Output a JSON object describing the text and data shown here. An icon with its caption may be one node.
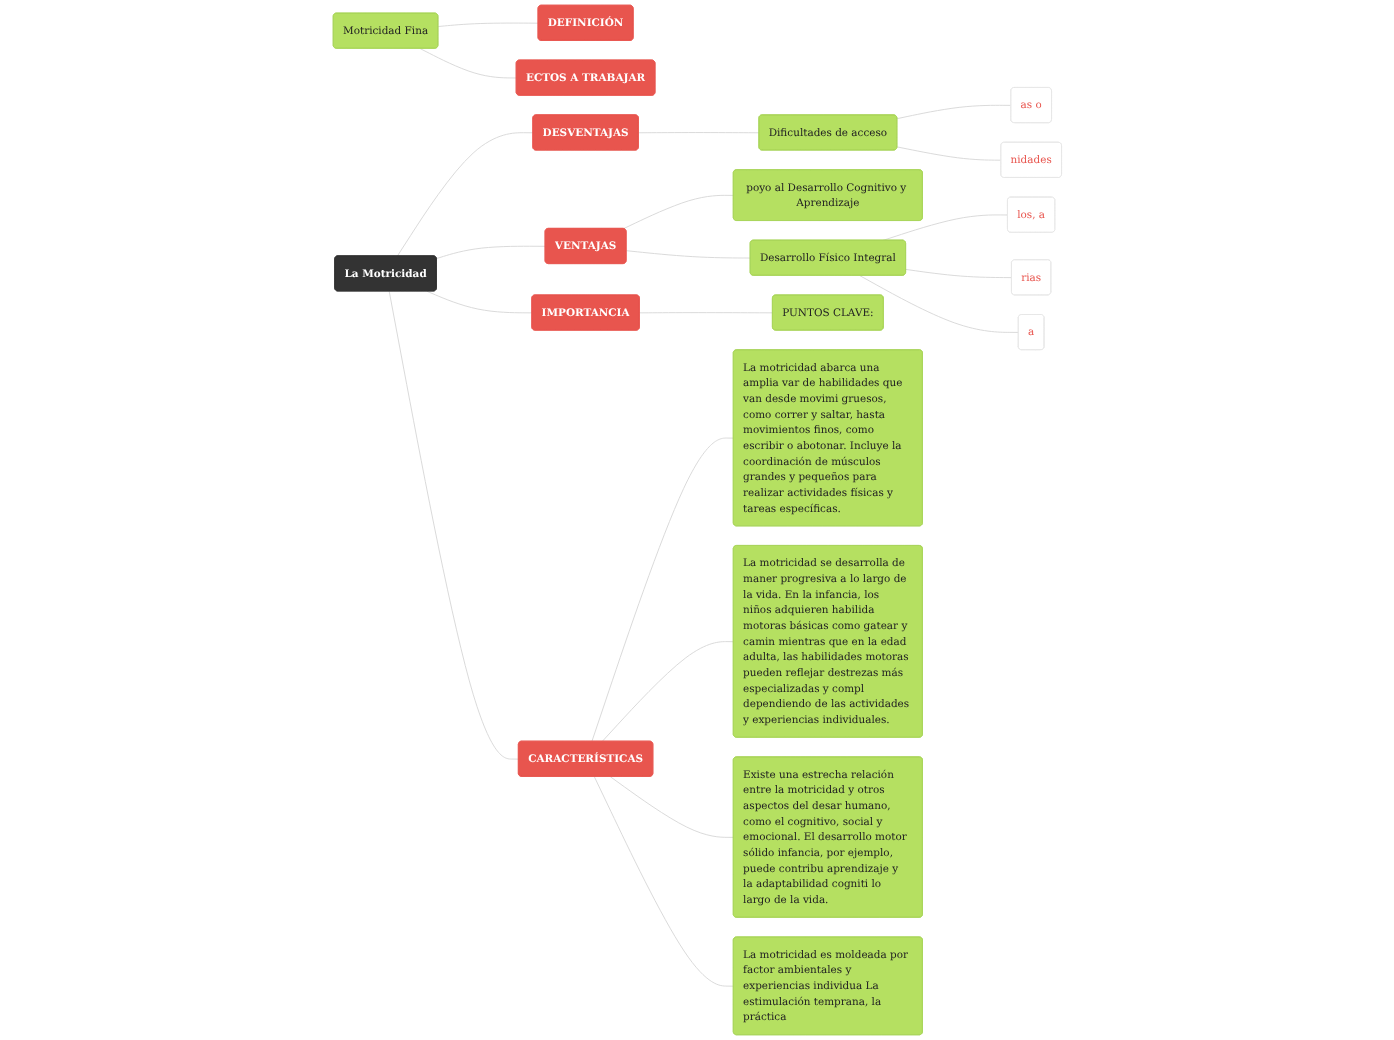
{
  "diagram": {
    "nodes": [
      {
        "text": [
          "La Motricidad"
        ]
      },
      {
        "text": [
          "DESVENTAJAS"
        ]
      },
      {
        "text": [
          "Dificultades de acceso"
        ]
      },
      {
        "text": [
          "as o"
        ]
      },
      {
        "text": [
          "nidades"
        ]
      },
      {
        "text": [
          "VENTAJAS"
        ]
      },
      {
        "text": [
          "Desarrollo Físico Integral"
        ]
      },
      {
        "text": [
          "los, a"
        ]
      },
      {
        "text": [
          "rias"
        ]
      },
      {
        "text": [
          "a"
        ]
      },
      {
        "text": [
          "poyo al Desarrollo Cognitivo y Aprendizaje"
        ]
      },
      {
        "text": [
          "IMPORTANCIA"
        ]
      },
      {
        "text": [
          "PUNTOS CLAVE:"
        ]
      },
      {
        "text": [
          "CARACTERÍSTICAS"
        ]
      },
      {
        "text": [
          "La motricidad abarca una amplia var de habilidades que van desde movimi gruesos, como correr y saltar, hasta movimientos finos, como escribir o abotonar. Incluye la coordinación de músculos grandes y pequeños para realizar actividades físicas y tareas específicas."
        ]
      },
      {
        "text": [
          "La motricidad se desarrolla de maner progresiva a lo largo de la vida. En la infancia, los niños adquieren habilida motoras básicas como gatear y camin mientras que en la edad adulta, las habilidades motoras pueden reflejar destrezas más especializadas y compl dependiendo de las actividades y experiencias individuales."
        ]
      },
      {
        "text": [
          "Existe una estrecha relación entre la motricidad y otros aspectos del desar humano, como el cognitivo, social y emocional. El desarrollo motor sólido infancia, por ejemplo, puede contribu aprendizaje y la adaptabilidad cogniti lo largo de la vida."
        ]
      },
      {
        "text": [
          "La motricidad es moldeada por factor ambientales y experiencias individua La estimulación temprana, la práctica"
        ]
      },
      {
        "text": [
          "Motricidad Fina"
        ]
      },
      {
        "text": [
          "DEFINICIÓN"
        ]
      },
      {
        "text": [
          "ECTOS A TRABAJAR"
        ]
      }
    ],
    "edges": [
      {
        "from": 0,
        "to": 1,
        "arrow": "none"
      },
      {
        "from": 1,
        "to": 2,
        "arrow": "none"
      },
      {
        "from": 2,
        "to": 3,
        "arrow": "none"
      },
      {
        "from": 2,
        "to": 4,
        "arrow": "none"
      },
      {
        "from": 0,
        "to": 5,
        "arrow": "none"
      },
      {
        "from": 5,
        "to": 6,
        "arrow": "none"
      },
      {
        "from": 6,
        "to": 7,
        "arrow": "none"
      },
      {
        "from": 6,
        "to": 8,
        "arrow": "none"
      },
      {
        "from": 6,
        "to": 9,
        "arrow": "none"
      },
      {
        "from": 5,
        "to": 10,
        "arrow": "none"
      },
      {
        "from": 0,
        "to": 11,
        "arrow": "none"
      },
      {
        "from": 11,
        "to": 12,
        "arrow": "none"
      },
      {
        "from": 0,
        "to": 13,
        "arrow": "none"
      },
      {
        "from": 13,
        "to": 14,
        "arrow": "none"
      },
      {
        "from": 13,
        "to": 15,
        "arrow": "none"
      },
      {
        "from": 13,
        "to": 16,
        "arrow": "none"
      },
      {
        "from": 13,
        "to": 17,
        "arrow": "none"
      },
      {
        "from": 18,
        "to": 19,
        "arrow": "none"
      },
      {
        "from": 18,
        "to": 20,
        "arrow": "none"
      }
    ]
  }
}
